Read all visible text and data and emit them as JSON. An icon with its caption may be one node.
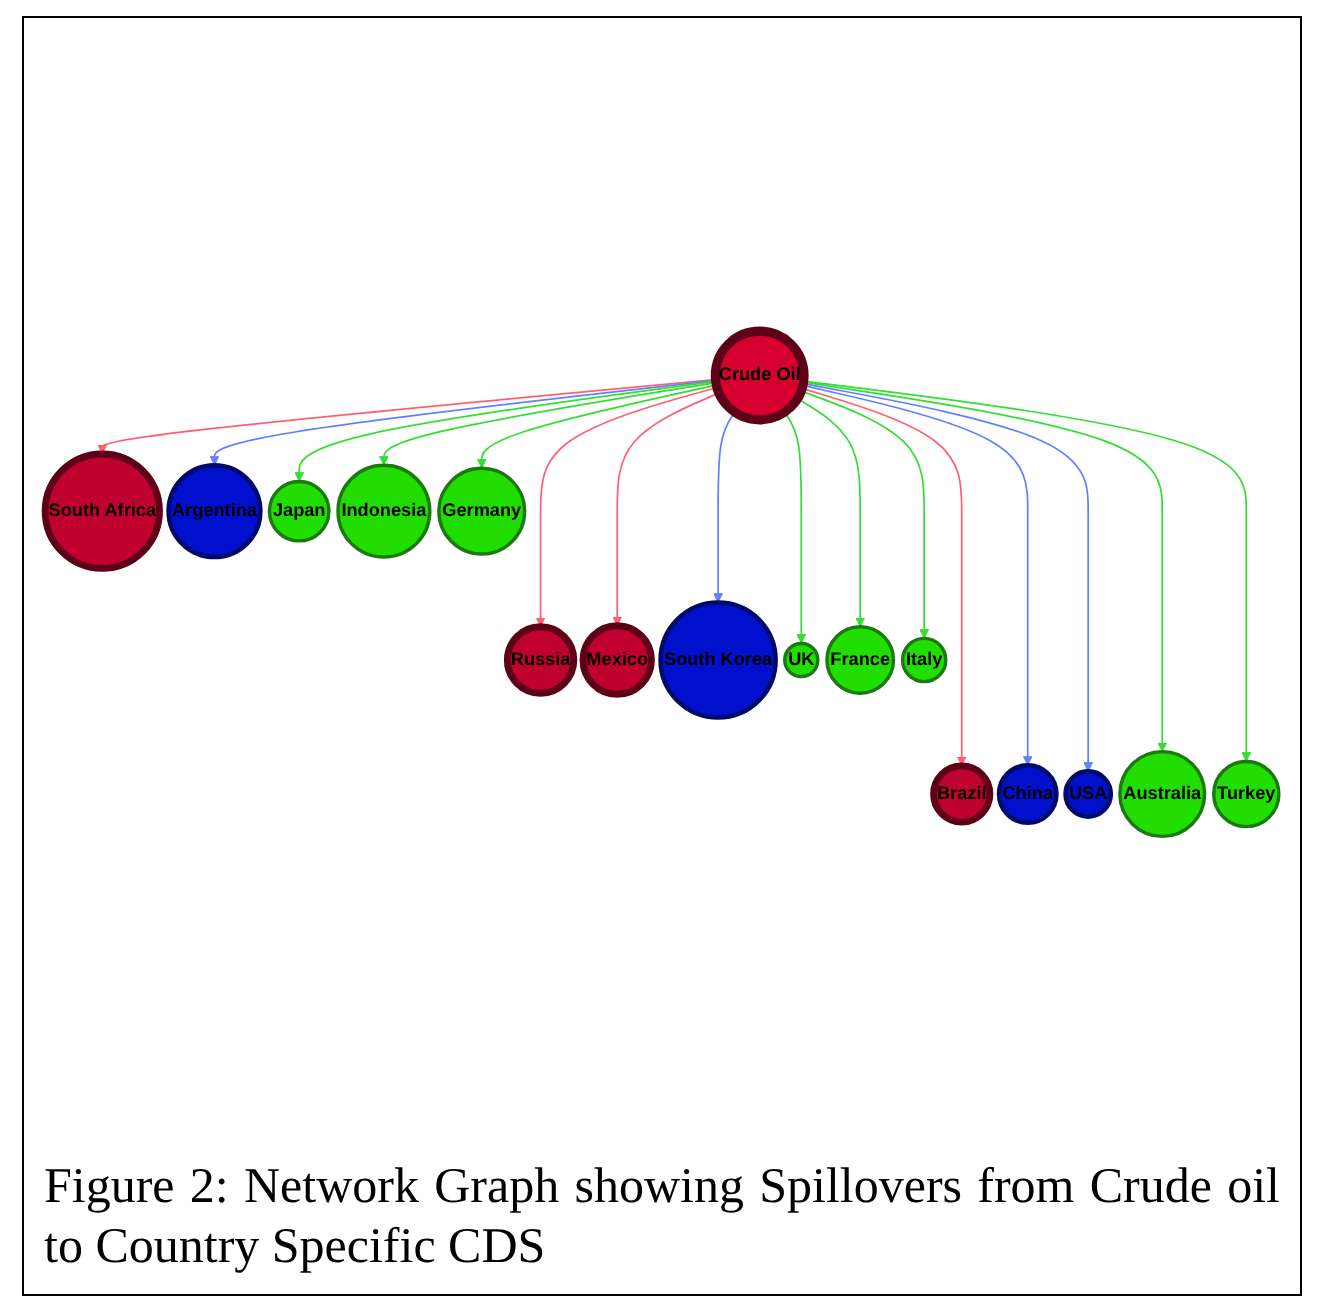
{
  "diagram": {
    "caption": "Figure 2: Network Graph showing Spillovers from Crude oil to Country Specific CDS",
    "nodes": [
      {
        "text": [
          "Crude Oil"
        ]
      },
      {
        "text": [
          "Russia"
        ]
      },
      {
        "text": [
          "Brazil"
        ]
      },
      {
        "text": [
          "South Africa"
        ]
      },
      {
        "text": [
          "Mexico"
        ]
      },
      {
        "text": [
          "China"
        ]
      },
      {
        "text": [
          "Argentina"
        ]
      },
      {
        "text": [
          "South Korea"
        ]
      },
      {
        "text": [
          "USA"
        ]
      },
      {
        "text": [
          "Japan"
        ]
      },
      {
        "text": [
          "UK"
        ]
      },
      {
        "text": [
          "Australia"
        ]
      },
      {
        "text": [
          "Indonesia"
        ]
      },
      {
        "text": [
          "France"
        ]
      },
      {
        "text": [
          "Turkey"
        ]
      },
      {
        "text": [
          "Germany"
        ]
      },
      {
        "text": [
          "Italy"
        ]
      }
    ],
    "edges": [
      {
        "from": 0,
        "to": 1,
        "arrow": "to",
        "color": "#ff6070"
      },
      {
        "from": 0,
        "to": 2,
        "arrow": "to",
        "color": "#ff6070"
      },
      {
        "from": 0,
        "to": 3,
        "arrow": "to",
        "color": "#ff6070"
      },
      {
        "from": 0,
        "to": 4,
        "arrow": "to",
        "color": "#ff6070"
      },
      {
        "from": 0,
        "to": 5,
        "arrow": "to",
        "color": "#6080ff"
      },
      {
        "from": 0,
        "to": 6,
        "arrow": "to",
        "color": "#6080ff"
      },
      {
        "from": 0,
        "to": 7,
        "arrow": "to",
        "color": "#6080ff"
      },
      {
        "from": 0,
        "to": 8,
        "arrow": "to",
        "color": "#6080ff"
      },
      {
        "from": 0,
        "to": 9,
        "arrow": "to"
      },
      {
        "from": 0,
        "to": 10,
        "arrow": "to"
      },
      {
        "from": 0,
        "to": 11,
        "arrow": "to"
      },
      {
        "from": 0,
        "to": 12,
        "arrow": "to"
      },
      {
        "from": 0,
        "to": 13,
        "arrow": "to"
      },
      {
        "from": 0,
        "to": 14,
        "arrow": "to"
      },
      {
        "from": 0,
        "to": 15,
        "arrow": "to"
      },
      {
        "from": 0,
        "to": 16,
        "arrow": "to"
      }
    ]
  }
}
